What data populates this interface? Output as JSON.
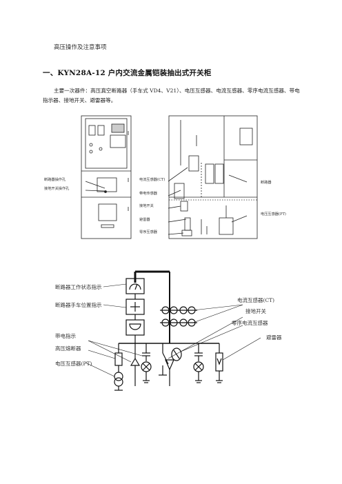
{
  "header": "高压操作及注意事项",
  "section": {
    "title": "一、KYN28A-12   户内交流金属铠装抽出式开关柜"
  },
  "body": "主要一次器件：高压真空断路器（手车式 VD4、V21）、电压互感器、电流互感器、零序电流互感器、带电指示器、接地开关、避雷器等。",
  "fig1_labels": {
    "breaker_op_hole": "断路器操作孔",
    "earth_op_hole": "接地开关操作孔",
    "ct": "电流互感器(CT)",
    "live_sensor": "带电传感器",
    "earth_switch": "接地开关",
    "arrester": "避雷器",
    "zero_ct": "零序互感器",
    "breaker": "断路器",
    "pt": "电压互感器(PT)"
  },
  "fig2_labels": {
    "breaker_state": "断路器工作状态指示",
    "truck_position": "断路器手车位置指示",
    "live_indicator": "带电指示",
    "hv_fuse": "高压熔断器",
    "pt": "电压互感器(PT)",
    "ct": "电流互感器(CT)",
    "earth_switch": "接地开关",
    "zero_ct": "零序电流互感器",
    "arrester": "避雷器"
  }
}
